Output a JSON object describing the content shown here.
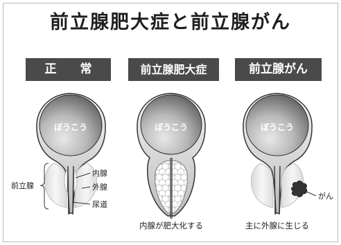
{
  "title": "前立腺肥大症と前立腺がん",
  "panels": [
    {
      "header": "正 常",
      "bladder_label": "ぼうこう",
      "annotations": {
        "inner_gland": "内腺",
        "outer_gland": "外腺",
        "urethra": "尿道",
        "prostate": "前立腺"
      }
    },
    {
      "header": "前立腺肥大症",
      "bladder_label": "ぼうこう",
      "caption": "内腺が肥大化する"
    },
    {
      "header": "前立腺がん",
      "bladder_label": "ぼうこう",
      "caption": "主に外腺に生じる",
      "annotations": {
        "cancer": "がん"
      }
    }
  ],
  "colors": {
    "header_bg": "#4a4a4a",
    "bladder_dark": "#555555",
    "bladder_light": "#e4e4e4",
    "gland": "#eeeeee",
    "tumor": "#333333"
  }
}
